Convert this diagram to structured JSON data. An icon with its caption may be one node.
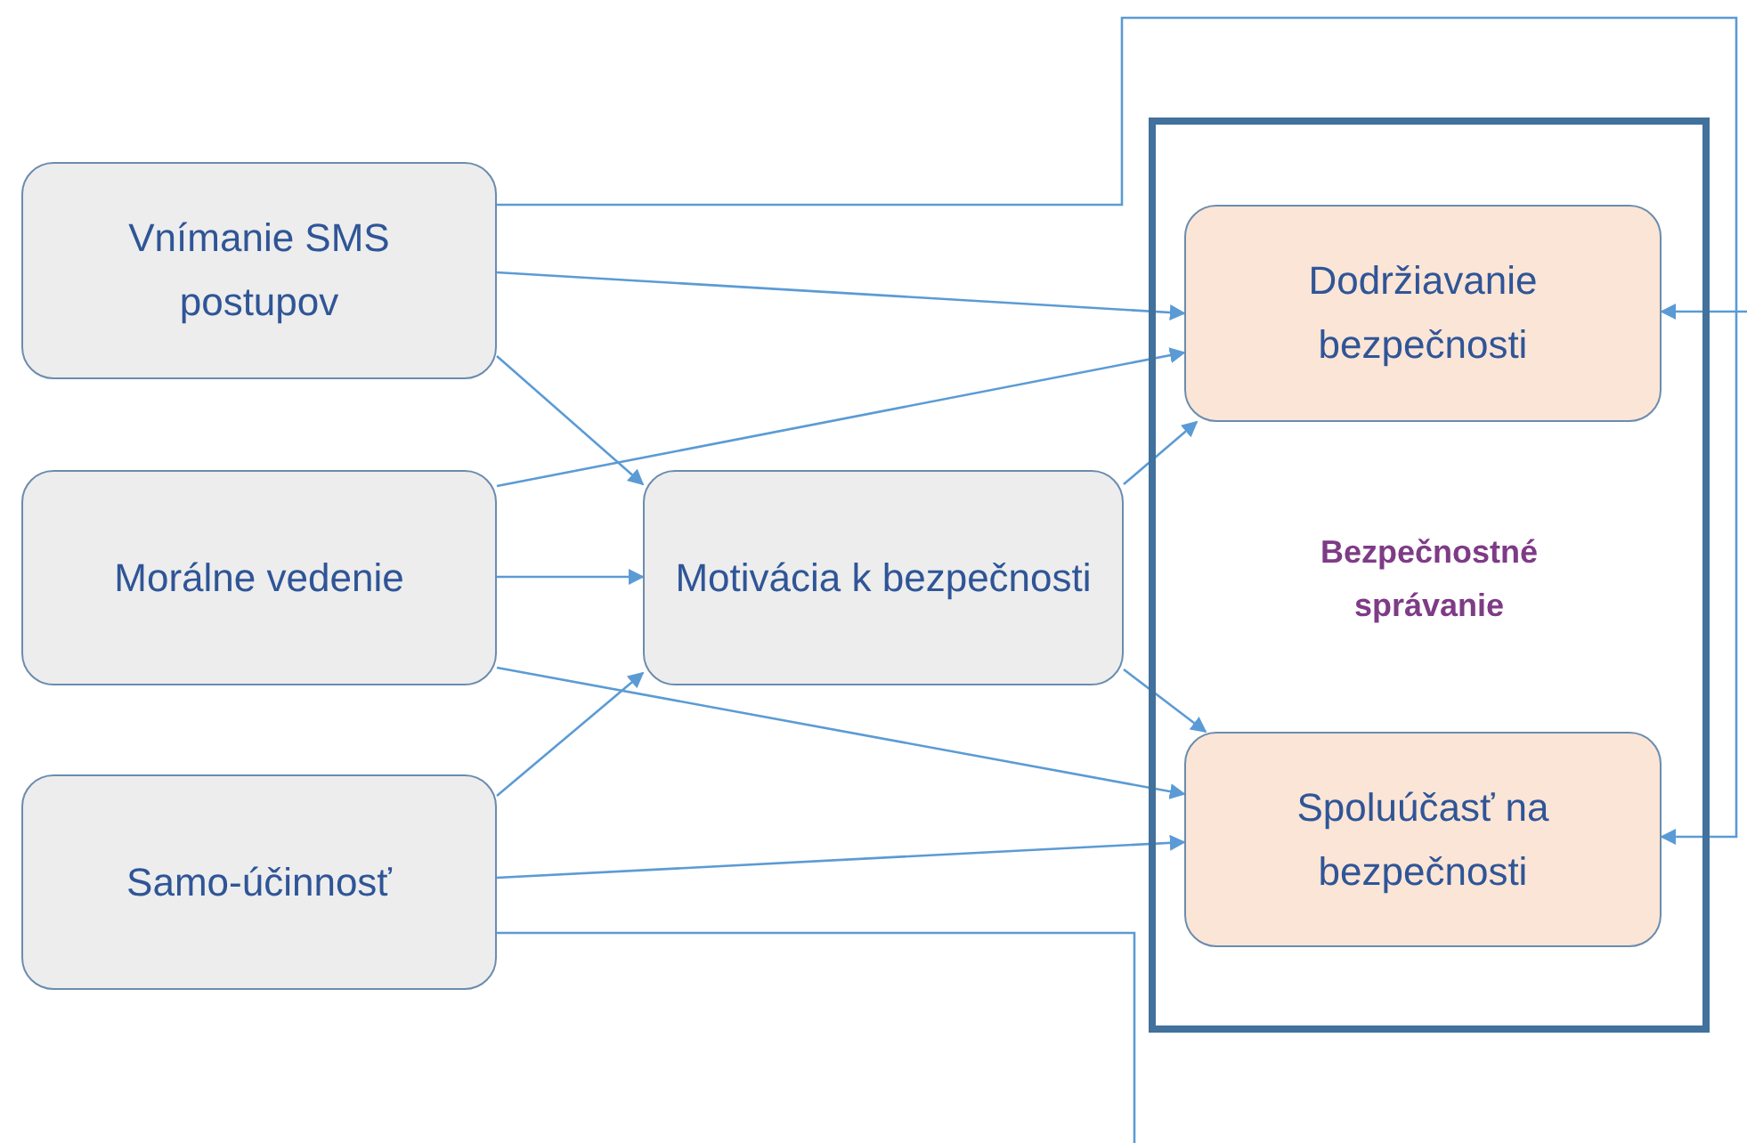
{
  "diagram": {
    "nodes": [
      {
        "text": [
          "Vnímanie SMS postupov"
        ]
      },
      {
        "text": [
          "Morálne vedenie"
        ]
      },
      {
        "text": [
          "Samo-účinnosť"
        ]
      },
      {
        "text": [
          "Motivácia k bezpečnosti"
        ]
      },
      {
        "text": [
          "Bezpečnostné správanie"
        ]
      },
      {
        "text": [
          "Dodržiavanie bezpečnosti"
        ],
        "in": 4
      },
      {
        "text": [
          "Spoluúčasť na bezpečnosti"
        ],
        "in": 4
      }
    ],
    "edges": [
      {
        "from": 0,
        "to": 5,
        "arrow": "to"
      },
      {
        "from": 0,
        "to": 3,
        "arrow": "to"
      },
      {
        "from": 0,
        "to": 6,
        "arrow": "to"
      },
      {
        "from": 1,
        "to": 5,
        "arrow": "to"
      },
      {
        "from": 1,
        "to": 3,
        "arrow": "to"
      },
      {
        "from": 1,
        "to": 6,
        "arrow": "to"
      },
      {
        "from": 2,
        "to": 3,
        "arrow": "to"
      },
      {
        "from": 2,
        "to": 6,
        "arrow": "to"
      },
      {
        "from": 3,
        "to": 5,
        "arrow": "to"
      },
      {
        "from": 3,
        "to": 6,
        "arrow": "to"
      },
      {
        "from": 2,
        "to": null,
        "arrow": "none"
      },
      {
        "from": null,
        "to": 5,
        "arrow": "to"
      }
    ]
  }
}
